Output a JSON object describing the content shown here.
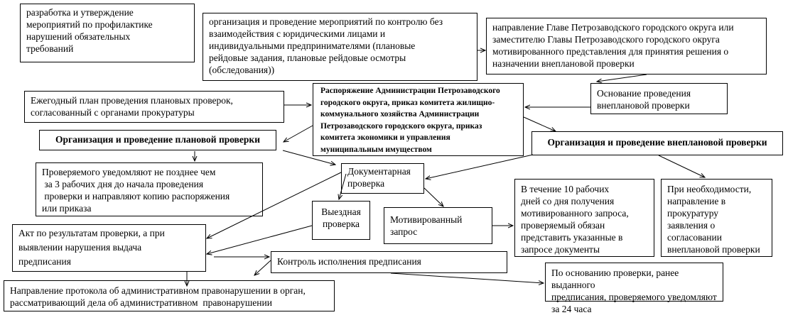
{
  "diagram": {
    "boxes": {
      "prevention": "разработка и утверждение\nмероприятий по профилактике\nнарушений обязательных\nтребований",
      "no_interaction_control": "организация и проведение мероприятий по контролю без\nвзаимодействия с юридическими лицами и\nиндивидуальными предпринимателями (плановые\nрейдовые задания, плановые рейдовые осмотры\n(обследования))",
      "motivated_submission": "направление Главе Петрозаводского городского округа или\nзаместителю Главы Петрозаводского городского округа\nмотивированного представления для принятия решения о\nназначении внеплановой проверки",
      "annual_plan": "Ежегодный план проведения плановых проверок,\nсогласованный с органами прокуратуры",
      "order": "Распоряжение Администрации Петрозаводского\nгородского округа, приказ комитета жилищно-\nкоммунального хозяйства Администрации\nПетрозаводского городского округа, приказ\nкомитета экономики и управления\nмуниципальным имуществом",
      "unscheduled_basis": "Основание проведения\nвнеплановой проверки",
      "scheduled_inspection": "Организация и проведение плановой проверки",
      "unscheduled_inspection": "Организация и проведение внеплановой проверки",
      "notification": "Проверяемого уведомляют не позднее чем\n за 3 рабочих дня до начала проведения\n проверки и направляют копию распоряжения\nили приказа",
      "documentary_check": "Документарная\nпроверка",
      "field_check": "Выездная\nпроверка",
      "motivated_request": "Мотивированный\nзапрос",
      "ten_days": "В течение 10 рабочих\nдней со дня получения\nмотивированного запроса,\nпроверяемый обязан\nпредставить указанные в\nзапросе документы",
      "prosecutor": "При необходимости,\nнаправление в\nпрокуратуру\nзаявления о\nсогласовании\nвнеплановой проверки",
      "act": "Акт по результатам проверки, а при\nвыявлении нарушения выдача\nпредписания",
      "execution_control": "Контроль исполнения предписания",
      "protocol": "Направление протокола об административном правонарушении в орган,\nрассматривающий дела об административном  правонарушении",
      "notice_24h": "По основанию проверки, ранее выданного\nпредписания, проверяемого уведомляют\nза 24 часа"
    },
    "colors": {
      "line": "#000000",
      "background": "#ffffff"
    }
  }
}
